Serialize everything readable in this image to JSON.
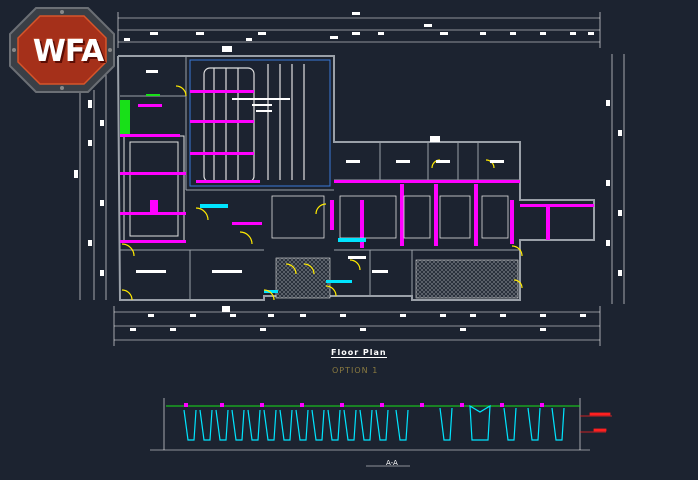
{
  "logo": {
    "text": "WFA"
  },
  "plan": {
    "title": "Floor  Plan",
    "subtitle": "OPTION  1"
  },
  "section": {
    "label": "A-A"
  },
  "colors": {
    "background": "#1c2330",
    "wall": "#9aa0a8",
    "door": "#ffea00",
    "accent": "#ff00ff",
    "fixture": "#00e5ff",
    "dimension": "#ffffff"
  }
}
